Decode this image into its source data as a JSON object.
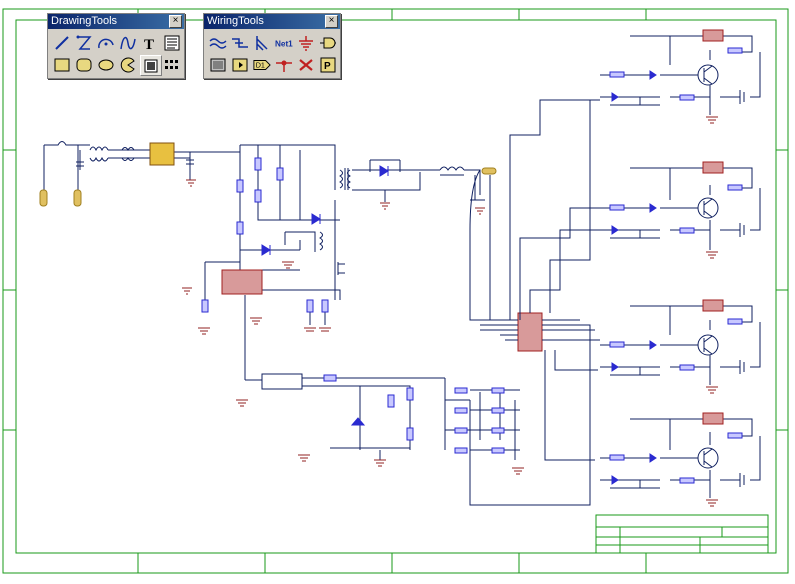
{
  "drawing_tools": {
    "title": "DrawingTools",
    "close": "×",
    "tools": [
      {
        "name": "line-tool-icon"
      },
      {
        "name": "polygon-tool-icon"
      },
      {
        "name": "arc-tool-icon"
      },
      {
        "name": "bezier-tool-icon"
      },
      {
        "name": "text-tool-icon",
        "glyph": "T"
      },
      {
        "name": "text-frame-tool-icon"
      },
      {
        "name": "rectangle-tool-icon"
      },
      {
        "name": "rounded-rectangle-tool-icon"
      },
      {
        "name": "ellipse-tool-icon"
      },
      {
        "name": "pie-tool-icon"
      },
      {
        "name": "image-tool-icon"
      },
      {
        "name": "array-tool-icon"
      }
    ]
  },
  "wiring_tools": {
    "title": "WiringTools",
    "close": "×",
    "net_label": "Net1",
    "port_label": "D1",
    "tools": [
      {
        "name": "wire-tool-icon"
      },
      {
        "name": "bus-tool-icon"
      },
      {
        "name": "bus-entry-tool-icon"
      },
      {
        "name": "net-label-tool-icon"
      },
      {
        "name": "power-port-tool-icon"
      },
      {
        "name": "part-tool-icon"
      },
      {
        "name": "sheet-symbol-tool-icon"
      },
      {
        "name": "sheet-entry-tool-icon"
      },
      {
        "name": "port-tool-icon"
      },
      {
        "name": "junction-tool-icon"
      },
      {
        "name": "no-erc-tool-icon"
      },
      {
        "name": "pcb-layout-tool-icon",
        "glyph": "P"
      }
    ]
  },
  "colors": {
    "border": "#1a9a1a",
    "wire": "#102060",
    "component": "#2a2ad0",
    "ic_fill": "#d89a9a",
    "ic_stroke": "#a02020",
    "resistor_fill": "#c8c8ff",
    "fuse_fill": "#e0c060",
    "ground": "#902020",
    "label": "#6060a0"
  }
}
